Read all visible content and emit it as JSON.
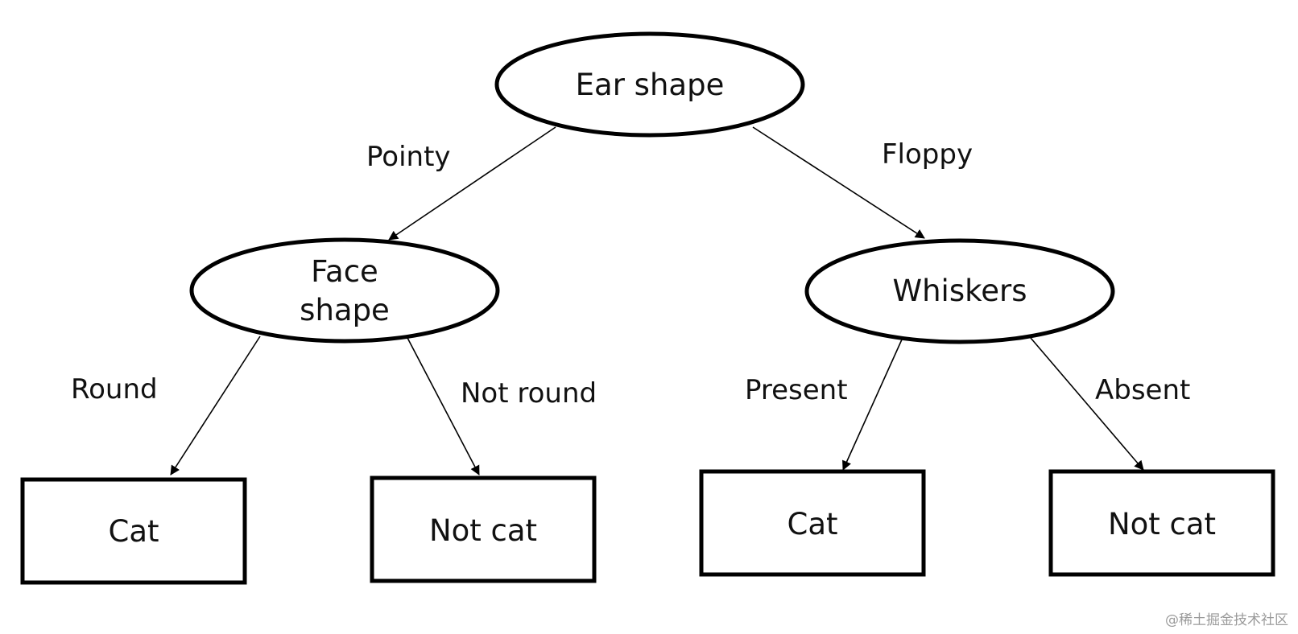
{
  "root": {
    "label_lines": [
      "Ear shape"
    ]
  },
  "nodes": {
    "face_shape": {
      "label_lines": [
        "Face",
        "shape"
      ]
    },
    "whiskers": {
      "label_lines": [
        "Whiskers"
      ]
    }
  },
  "leaves": {
    "cat_left": {
      "label": "Cat"
    },
    "not_cat_left": {
      "label": "Not cat"
    },
    "cat_right": {
      "label": "Cat"
    },
    "not_cat_right": {
      "label": "Not cat"
    }
  },
  "edges": {
    "pointy": "Pointy",
    "floppy": "Floppy",
    "round": "Round",
    "not_round": "Not round",
    "present": "Present",
    "absent": "Absent"
  },
  "watermark": "@稀土掘金技术社区",
  "colors": {
    "stroke": "#000000",
    "text": "#111111",
    "watermark": "#9a9a9a",
    "background": "#ffffff"
  }
}
